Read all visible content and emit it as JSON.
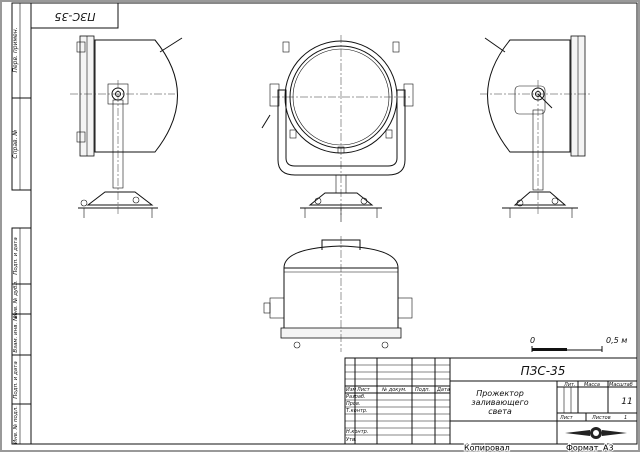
{
  "drawing": {
    "designation": "ПЗС-35",
    "designation_rotated": "ПЗС-35",
    "title_lines": [
      "Прожектор",
      "заливающего",
      "света"
    ],
    "scale_value": "11",
    "sheets_label": "Листов",
    "sheets_value": "1",
    "copied_label": "Копировал",
    "format_label": "Формат",
    "format_value": "А3"
  },
  "title_block": {
    "headers": [
      "Изм",
      "Лист",
      "№ докум.",
      "Подп.",
      "Дата"
    ],
    "roles": [
      "Разраб.",
      "Пров.",
      "Т.контр.",
      "",
      "Н.контр.",
      "Утв."
    ],
    "lit_label": "Лит.",
    "mass_label": "Масса",
    "scale_label": "Масштаб",
    "sheet_label": "Лист"
  },
  "side_stamps": [
    "Перв. примен.",
    "Справ. №",
    "Подп. и дата",
    "Инв. № дубл.",
    "Взам. инв. №",
    "Подп. и дата",
    "Инв. № подл."
  ],
  "scale_bar": {
    "start": "0",
    "end": "0,5 м"
  },
  "colors": {
    "line": "#111111",
    "border": "#999999"
  }
}
